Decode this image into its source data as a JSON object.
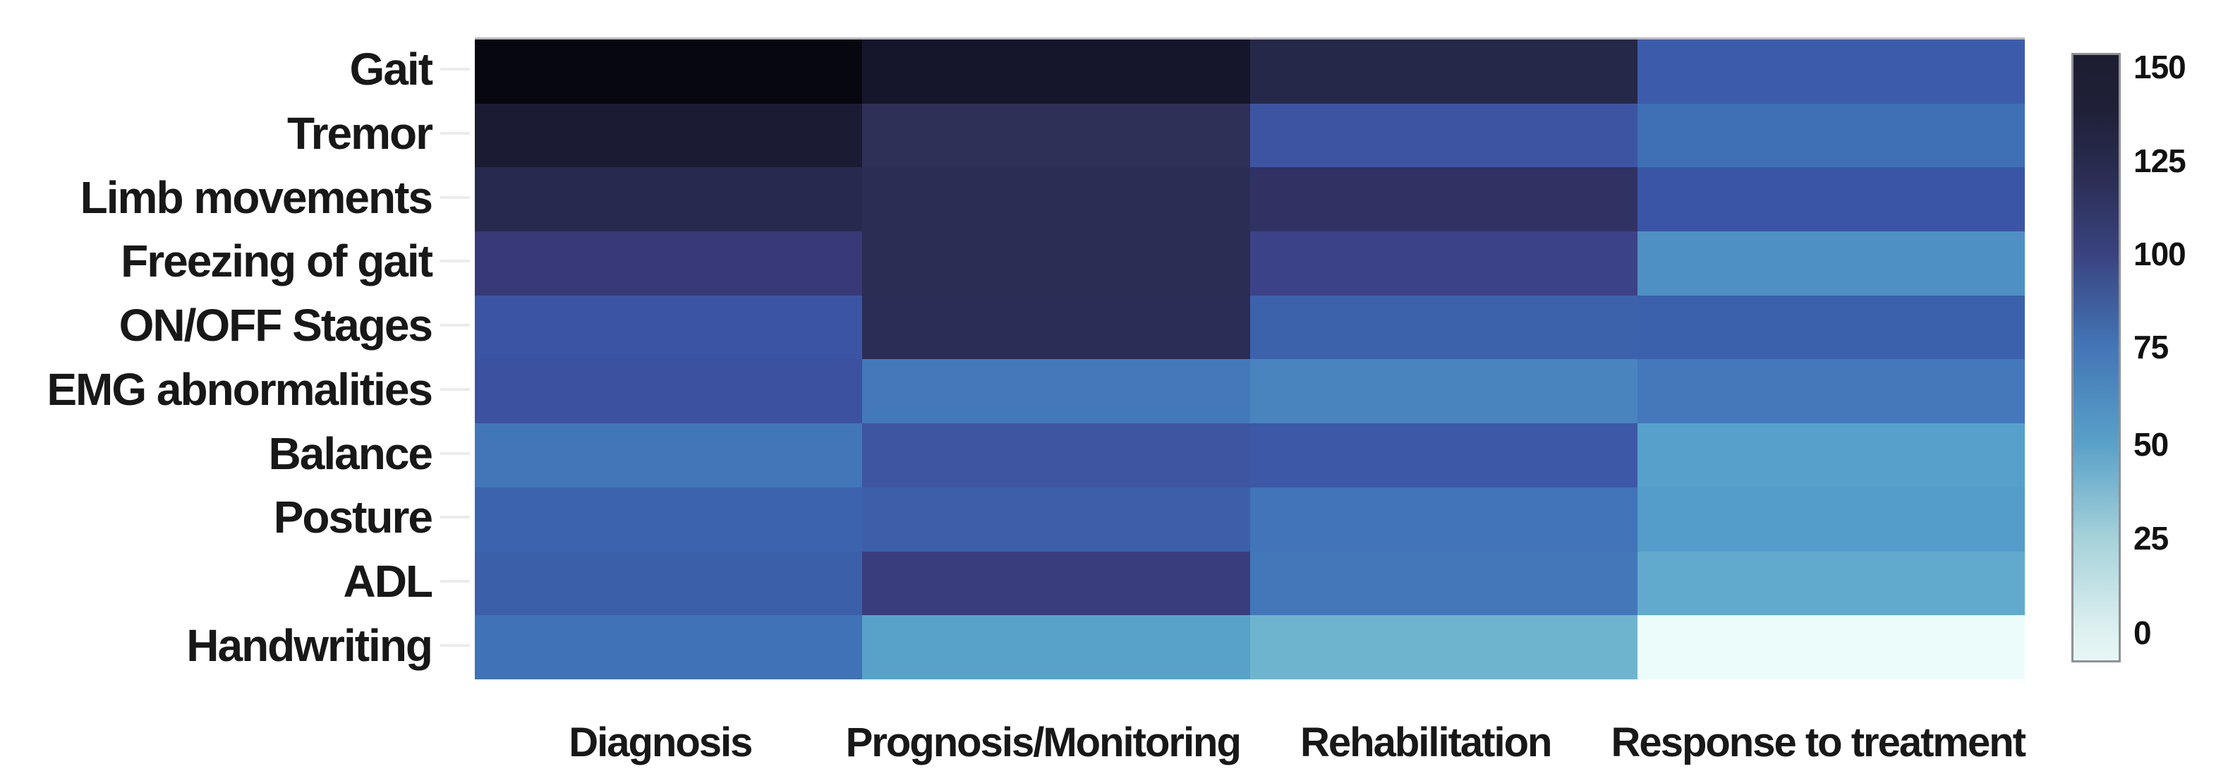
{
  "figure": {
    "background": "#ffffff",
    "text_color": "#181818"
  },
  "chart_data": {
    "type": "heatmap",
    "title": "",
    "xlabel": "",
    "ylabel": "",
    "rows": [
      "Gait",
      "Tremor",
      "Limb movements",
      "Freezing of gait",
      "ON/OFF Stages",
      "EMG abnormalities",
      "Balance",
      "Posture",
      "ADL",
      "Handwriting"
    ],
    "columns": [
      "Diagnosis",
      "Prognosis/Monitoring",
      "Rehabilitation",
      "Response to treatment"
    ],
    "values": [
      [
        154,
        140,
        125,
        77
      ],
      [
        136,
        121,
        80,
        70
      ],
      [
        126,
        122,
        112,
        79
      ],
      [
        100,
        122,
        92,
        52
      ],
      [
        79,
        122,
        73,
        74
      ],
      [
        81,
        62,
        55,
        61
      ],
      [
        63,
        78,
        75,
        44
      ],
      [
        71,
        73,
        62,
        46
      ],
      [
        74,
        96,
        62,
        40
      ],
      [
        66,
        45,
        35,
        0
      ]
    ],
    "cell_colors": [
      [
        "#07080f",
        "#15162c",
        "#252849",
        "#3c5cab"
      ],
      [
        "#1b1c33",
        "#2e3058",
        "#3d54a3",
        "#3f6fb5"
      ],
      [
        "#262a4e",
        "#2b2d55",
        "#303264",
        "#3b55a6"
      ],
      [
        "#373a77",
        "#2b2d55",
        "#3c4287",
        "#4f90c4"
      ],
      [
        "#3b55a4",
        "#2b2d57",
        "#3d62ac",
        "#3c61ac"
      ],
      [
        "#3c52a1",
        "#4379bb",
        "#4a84bf",
        "#4478bb"
      ],
      [
        "#4177b8",
        "#3e56a2",
        "#3d58a6",
        "#56a1cb"
      ],
      [
        "#3c64ae",
        "#3d5fa9",
        "#4174b8",
        "#549cc9"
      ],
      [
        "#3c5fa9",
        "#393d7d",
        "#4277ba",
        "#62aacd"
      ],
      [
        "#3f72b6",
        "#58a2ca",
        "#6fb4cf",
        "#ecfcfb"
      ]
    ],
    "colorbar": {
      "position": "right",
      "range": [
        0,
        154
      ],
      "ticks": [
        150,
        125,
        100,
        75,
        50,
        25,
        0
      ],
      "tick_offsets_pct": [
        2.3,
        17.7,
        33.0,
        48.3,
        64.2,
        79.6,
        95.1
      ],
      "gradient": [
        {
          "pos": 0,
          "color": "#1d1d31"
        },
        {
          "pos": 9,
          "color": "#1f2038"
        },
        {
          "pos": 20,
          "color": "#2b2d53"
        },
        {
          "pos": 33,
          "color": "#3a4380"
        },
        {
          "pos": 48,
          "color": "#4375b6"
        },
        {
          "pos": 64,
          "color": "#58a0c8"
        },
        {
          "pos": 80,
          "color": "#a6d2da"
        },
        {
          "pos": 95,
          "color": "#ddf0f0"
        },
        {
          "pos": 100,
          "color": "#e7f7f6"
        }
      ]
    },
    "grid": false,
    "legend_position": "right"
  }
}
